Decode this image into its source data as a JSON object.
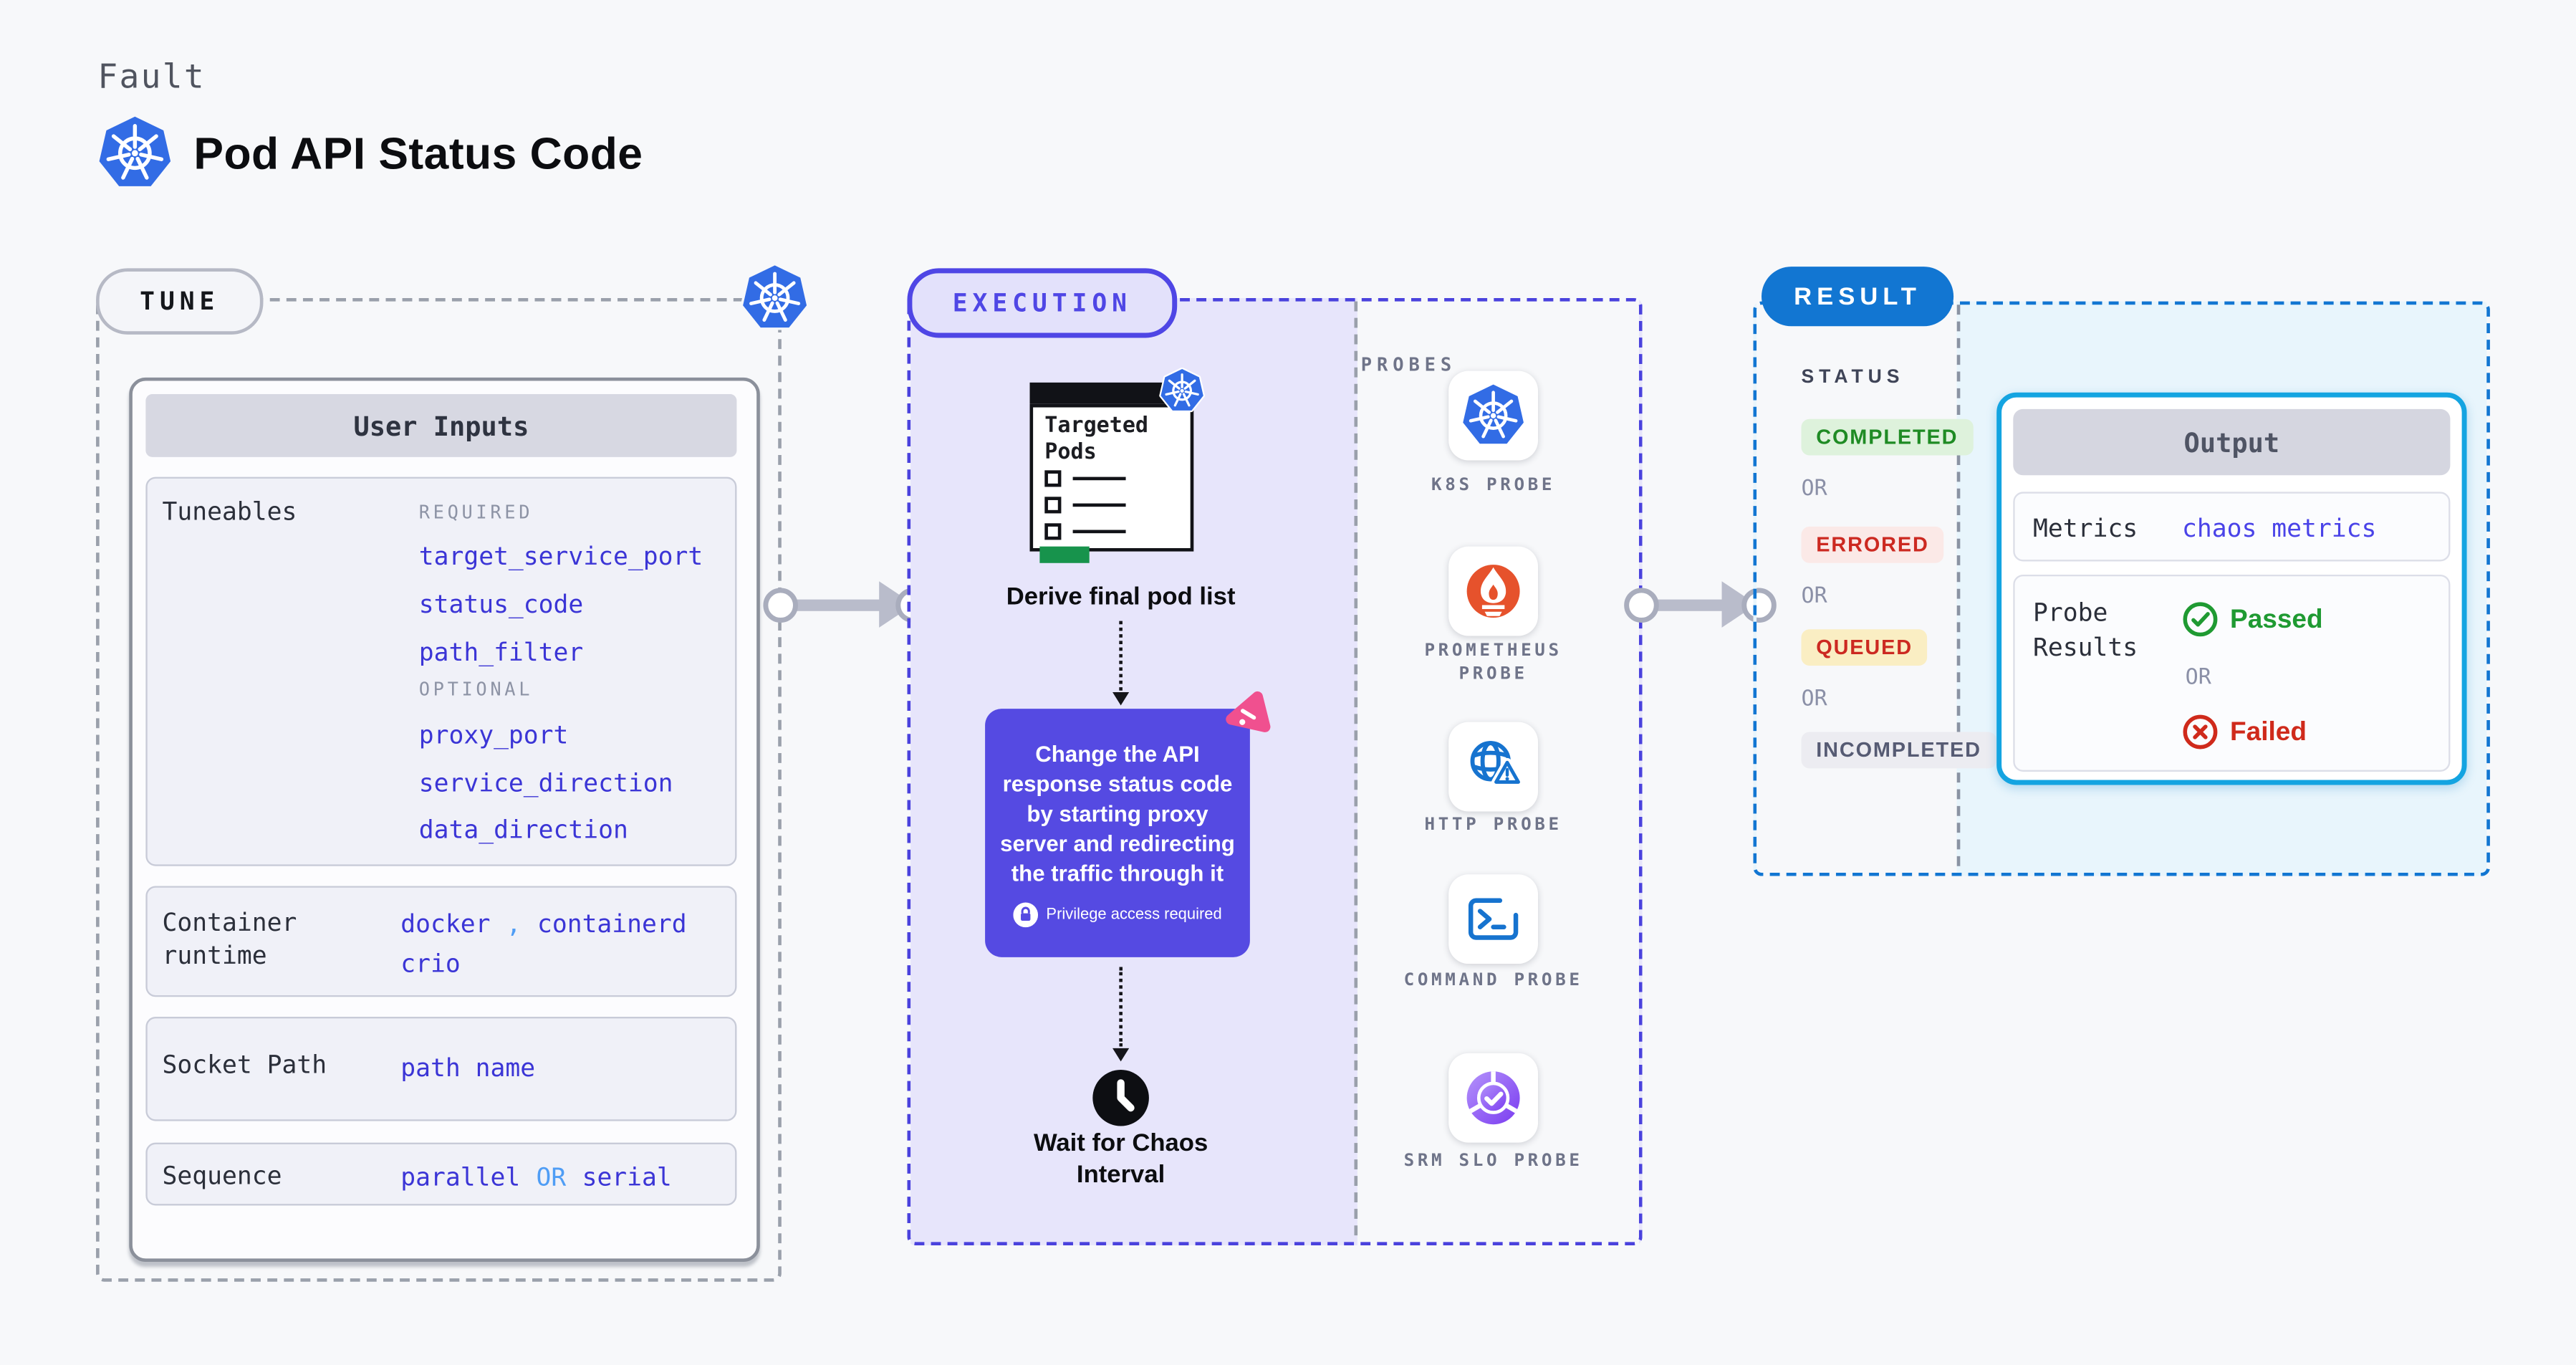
{
  "header": {
    "kicker": "Fault",
    "title": "Pod API Status Code",
    "logo": "kubernetes-icon"
  },
  "tune": {
    "pill": "TUNE",
    "card_title": "User Inputs",
    "tuneables": {
      "label": "Tuneables",
      "required_heading": "REQUIRED",
      "required_fields": [
        "target_service_port",
        "status_code",
        "path_filter"
      ],
      "optional_heading": "OPTIONAL",
      "optional_fields": [
        "proxy_port",
        "service_direction",
        "data_direction"
      ]
    },
    "container_runtime": {
      "label": "Container runtime",
      "value_a": "docker",
      "separator": ",",
      "value_b": "containerd",
      "value_c": "crio"
    },
    "socket_path": {
      "label": "Socket Path",
      "value": "path name"
    },
    "sequence": {
      "label": "Sequence",
      "value_a": "parallel",
      "connector": "OR",
      "value_b": "serial"
    }
  },
  "execution": {
    "pill": "EXECUTION",
    "targeted_pods_label": "Targeted Pods",
    "derive_label": "Derive final pod list",
    "action_text": "Change the API response status code by starting proxy server and redirecting the traffic through it",
    "privilege_note": "Privilege access required",
    "wait_label": "Wait for Chaos Interval"
  },
  "probes": {
    "heading": "PROBES",
    "items": [
      {
        "name": "K8S PROBE",
        "icon": "kubernetes-icon"
      },
      {
        "name": "PROMETHEUS PROBE",
        "icon": "prometheus-icon"
      },
      {
        "name": "HTTP PROBE",
        "icon": "globe-warning-icon"
      },
      {
        "name": "COMMAND PROBE",
        "icon": "terminal-icon"
      },
      {
        "name": "SRM SLO PROBE",
        "icon": "slo-donut-check-icon"
      }
    ]
  },
  "result": {
    "pill": "RESULT",
    "status_heading": "STATUS",
    "or_label": "OR",
    "statuses": [
      "COMPLETED",
      "ERRORED",
      "QUEUED",
      "INCOMPLETED"
    ],
    "output": {
      "title": "Output",
      "metrics_label": "Metrics",
      "metrics_value": "chaos metrics",
      "probe_results_label": "Probe Results",
      "passed_label": "Passed",
      "or_label": "OR",
      "failed_label": "Failed"
    }
  },
  "palette": {
    "page_bg": "#f7f8fa",
    "kubernetes_blue": "#326ce5",
    "tune_border_gray": "#9aa0ab",
    "execution_indigo": "#4f46e5",
    "execution_bg": "#e7e5fb",
    "chaos_box_purple": "#554ae2",
    "chaos_pink": "#f0508f",
    "result_blue": "#1276d2",
    "result_bg": "#e8f5fc",
    "output_border_cyan": "#14a4e1",
    "value_indigo": "#3b35d6",
    "connector_blue": "#4f9df5",
    "success_green": "#1f9a32",
    "error_red": "#cf2a1b",
    "queued_bg": "#faeec3",
    "completed_bg": "#def2dc",
    "prometheus_orange": "#e6522c",
    "targeted_pods_green": "#17934c"
  }
}
